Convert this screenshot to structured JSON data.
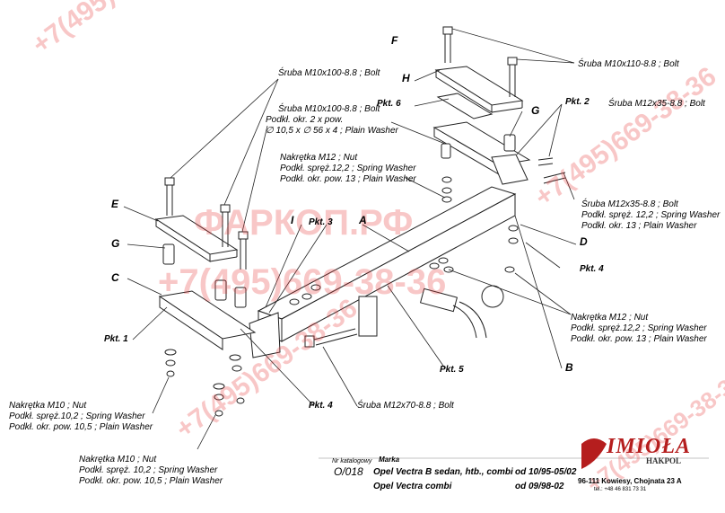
{
  "colors": {
    "line": "#222222",
    "watermark": "#e83a3a",
    "logo": "#b51e1e"
  },
  "labels": {
    "screw_m10x100_top": "Śruba M10x100-8.8 ;  Bolt",
    "screw_m10x100_2": "Śruba M10x100-8.8 ;  Bolt",
    "washer_line1": "Podkł. okr. 2 x pow.",
    "washer_line2": "∅ 10,5 x ∅ 56 x 4 ; Plain Washer",
    "screw_m10x110": "Śruba M10x110-8.8 ;  Bolt",
    "screw_m12x35_top": "Śruba M12x35-8.8 ;  Bolt",
    "nut_m12_mid_1": "Nakrętka  M12 ; Nut",
    "nut_m12_mid_2": "Podkł. spręż.12,2 ; Spring Washer",
    "nut_m12_mid_3": "Podkł. okr. pow. 13 ; Plain Washer",
    "screw_m12x35_r1": "Śruba M12x35-8.8 ;  Bolt",
    "screw_m12x35_r2": "Podkł. spręż. 12,2 ; Spring Washer",
    "screw_m12x35_r3": "Podkł. okr. 13 ; Plain Washer",
    "nut_m12_r1": "Nakrętka  M12 ; Nut",
    "nut_m12_r2": "Podkł. spręż.12,2 ; Spring Washer",
    "nut_m12_r3": "Podkł. okr. pow. 13 ; Plain Washer",
    "nut_m10_a1": "Nakrętka  M10 ; Nut",
    "nut_m10_a2": "Podkł. spręż.10,2 ; Spring Washer",
    "nut_m10_a3": "Podkł. okr. pow. 10,5 ; Plain Washer",
    "nut_m10_b1": "Nakrętka  M10 ; Nut",
    "nut_m10_b2": "Podkł. spręż. 10,2 ; Spring Washer",
    "nut_m10_b3": "Podkł. okr. pow. 10,5 ; Plain Washer",
    "screw_m12x70": "Śruba M12x70-8.8 ;  Bolt",
    "letters": {
      "F": "F",
      "H": "H",
      "G_top": "G",
      "E": "E",
      "G_left": "G",
      "C": "C",
      "I": "I",
      "A": "A",
      "D": "D",
      "B": "B"
    },
    "pkt": {
      "pkt6": "Pkt. 6",
      "pkt2": "Pkt. 2",
      "pkt3": "Pkt. 3",
      "pkt1": "Pkt. 1",
      "pkt4_right": "Pkt. 4",
      "pkt5": "Pkt. 5",
      "pkt4_bottom": "Pkt. 4"
    }
  },
  "footer": {
    "catalog_label": "Nr katalogowy",
    "catalog_no": "O/018",
    "brand_label": "Marka",
    "model1": "Opel Vectra B sedan, htb., combi",
    "years1": "od  10/95-05/02",
    "model2": "Opel Vectra combi",
    "years2": "od 09/98-02"
  },
  "logo": {
    "name": "IMIOŁA",
    "sub": "HAKPOL",
    "address": "96-111 Kowiesy, Chojnata 23 A",
    "phone": "tel.: +48 46 831 73 31"
  },
  "watermark": {
    "phone": "+7(495)669-38-36",
    "site": "ФАРКОП.РФ"
  }
}
